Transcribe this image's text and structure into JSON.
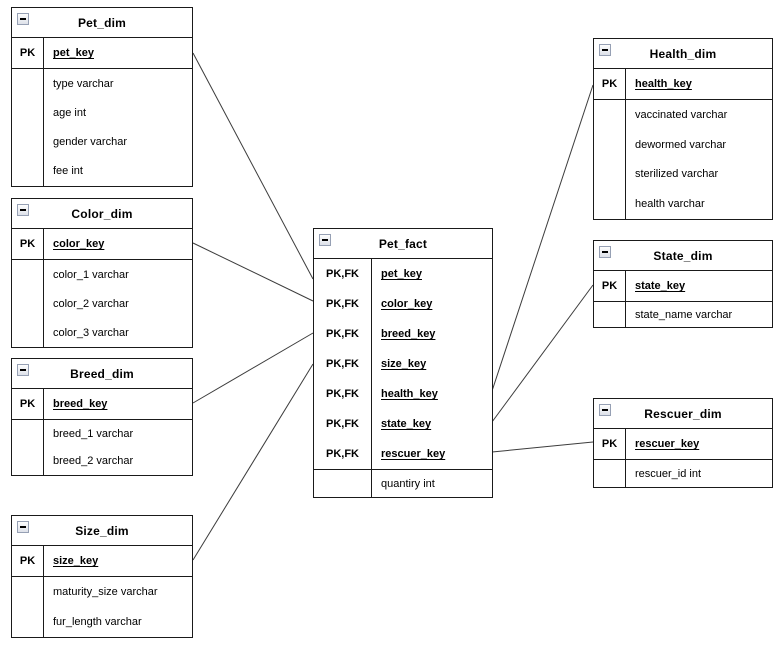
{
  "colors": {
    "background": "#ffffff",
    "table_border": "#1a1a1a",
    "wire": "#3c3c3c"
  },
  "icons": {
    "collapse": "minus-box"
  },
  "tables": [
    {
      "id": "pet_dim",
      "title": "Pet_dim",
      "keys": [
        {
          "tag": "PK",
          "field": "pet_key"
        }
      ],
      "attrs": [
        "type varchar",
        "age int",
        "gender varchar",
        "fee int"
      ]
    },
    {
      "id": "color_dim",
      "title": "Color_dim",
      "keys": [
        {
          "tag": "PK",
          "field": "color_key"
        }
      ],
      "attrs": [
        "color_1 varchar",
        "color_2 varchar",
        "color_3 varchar"
      ]
    },
    {
      "id": "breed_dim",
      "title": "Breed_dim",
      "keys": [
        {
          "tag": "PK",
          "field": "breed_key"
        }
      ],
      "attrs": [
        "breed_1 varchar",
        "breed_2 varchar"
      ]
    },
    {
      "id": "size_dim",
      "title": "Size_dim",
      "keys": [
        {
          "tag": "PK",
          "field": "size_key"
        }
      ],
      "attrs": [
        "maturity_size varchar",
        "fur_length varchar"
      ]
    },
    {
      "id": "pet_fact",
      "title": "Pet_fact",
      "keys": [
        {
          "tag": "PK,FK",
          "field": "pet_key"
        },
        {
          "tag": "PK,FK",
          "field": "color_key"
        },
        {
          "tag": "PK,FK",
          "field": "breed_key"
        },
        {
          "tag": "PK,FK",
          "field": "size_key"
        },
        {
          "tag": "PK,FK",
          "field": "health_key"
        },
        {
          "tag": "PK,FK",
          "field": "state_key"
        },
        {
          "tag": "PK,FK",
          "field": "rescuer_key"
        }
      ],
      "attrs": [
        "quantiry int"
      ]
    },
    {
      "id": "health_dim",
      "title": "Health_dim",
      "keys": [
        {
          "tag": "PK",
          "field": "health_key"
        }
      ],
      "attrs": [
        "vaccinated varchar",
        "dewormed varchar",
        "sterilized varchar",
        "health varchar"
      ]
    },
    {
      "id": "state_dim",
      "title": "State_dim",
      "keys": [
        {
          "tag": "PK",
          "field": "state_key"
        }
      ],
      "attrs": [
        "state_name varchar"
      ]
    },
    {
      "id": "rescuer_dim",
      "title": "Rescuer_dim",
      "keys": [
        {
          "tag": "PK",
          "field": "rescuer_key"
        }
      ],
      "attrs": [
        "rescuer_id int"
      ]
    }
  ],
  "relationships": [
    {
      "from": "Pet_dim.pet_key",
      "to": "Pet_fact.pet_key"
    },
    {
      "from": "Color_dim.color_key",
      "to": "Pet_fact.color_key"
    },
    {
      "from": "Breed_dim.breed_key",
      "to": "Pet_fact.breed_key"
    },
    {
      "from": "Size_dim.size_key",
      "to": "Pet_fact.size_key"
    },
    {
      "from": "Health_dim.health_key",
      "to": "Pet_fact.health_key"
    },
    {
      "from": "State_dim.state_key",
      "to": "Pet_fact.state_key"
    },
    {
      "from": "Rescuer_dim.rescuer_key",
      "to": "Pet_fact.rescuer_key"
    }
  ]
}
